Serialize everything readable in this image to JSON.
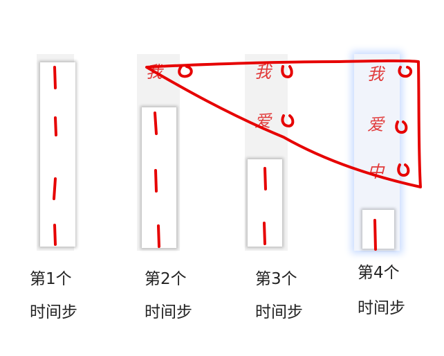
{
  "columns": [
    {
      "caption_line1": "第1个",
      "caption_line2": "时间步",
      "words": []
    },
    {
      "caption_line1": "第2个",
      "caption_line2": "时间步",
      "words": [
        "我"
      ]
    },
    {
      "caption_line1": "第3个",
      "caption_line2": "时间步",
      "words": [
        "我",
        "爱"
      ]
    },
    {
      "caption_line1": "第4个",
      "caption_line2": "时间步",
      "words": [
        "我",
        "爱",
        "中"
      ]
    }
  ],
  "colors": {
    "ink": "#e60000",
    "highlight": "#c9dcff"
  }
}
